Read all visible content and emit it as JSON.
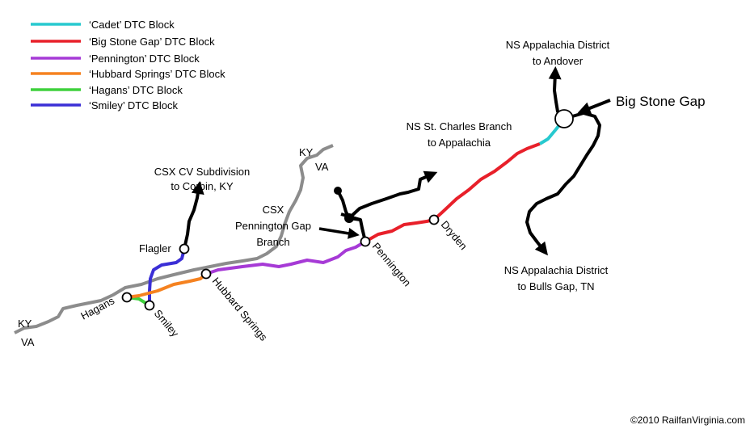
{
  "legend": [
    {
      "label": "‘Cadet’ DTC Block",
      "color": "#27c9cf"
    },
    {
      "label": "‘Big Stone Gap’ DTC Block",
      "color": "#e8202a"
    },
    {
      "label": "‘Pennington’ DTC Block",
      "color": "#a63ad6"
    },
    {
      "label": "‘Hubbard Springs’ DTC Block",
      "color": "#f58220"
    },
    {
      "label": "‘Hagans’ DTC Block",
      "color": "#3ed13c"
    },
    {
      "label": "‘Smiley’ DTC Block",
      "color": "#3b2fd6"
    }
  ],
  "colors": {
    "csx": "#8c8c8c",
    "ns": "#000000",
    "station_fill": "#ffffff"
  },
  "labels": {
    "ns_andover_1": "NS Appalachia District",
    "ns_andover_2": "to Andover",
    "big_stone_gap": "Big Stone Gap",
    "st_charles_1": "NS St. Charles Branch",
    "st_charles_2": "to Appalachia",
    "ky_top": "KY",
    "va_top": "VA",
    "csx_cv_1": "CSX CV Subdivision",
    "csx_cv_2": "to Corbin, KY",
    "csx_branch_1": "CSX",
    "csx_branch_2": "Pennington Gap",
    "csx_branch_3": "Branch",
    "flagler": "Flagler",
    "hagans": "Hagans",
    "smiley": "Smiley",
    "hubbard_springs": "Hubbard Springs",
    "pennington": "Pennington",
    "dryden": "Dryden",
    "ns_bulls_1": "NS Appalachia District",
    "ns_bulls_2": "to Bulls Gap, TN",
    "ky_bottom": "KY",
    "va_bottom": "VA",
    "copyright": "©2010 RailfanVirginia.com"
  }
}
